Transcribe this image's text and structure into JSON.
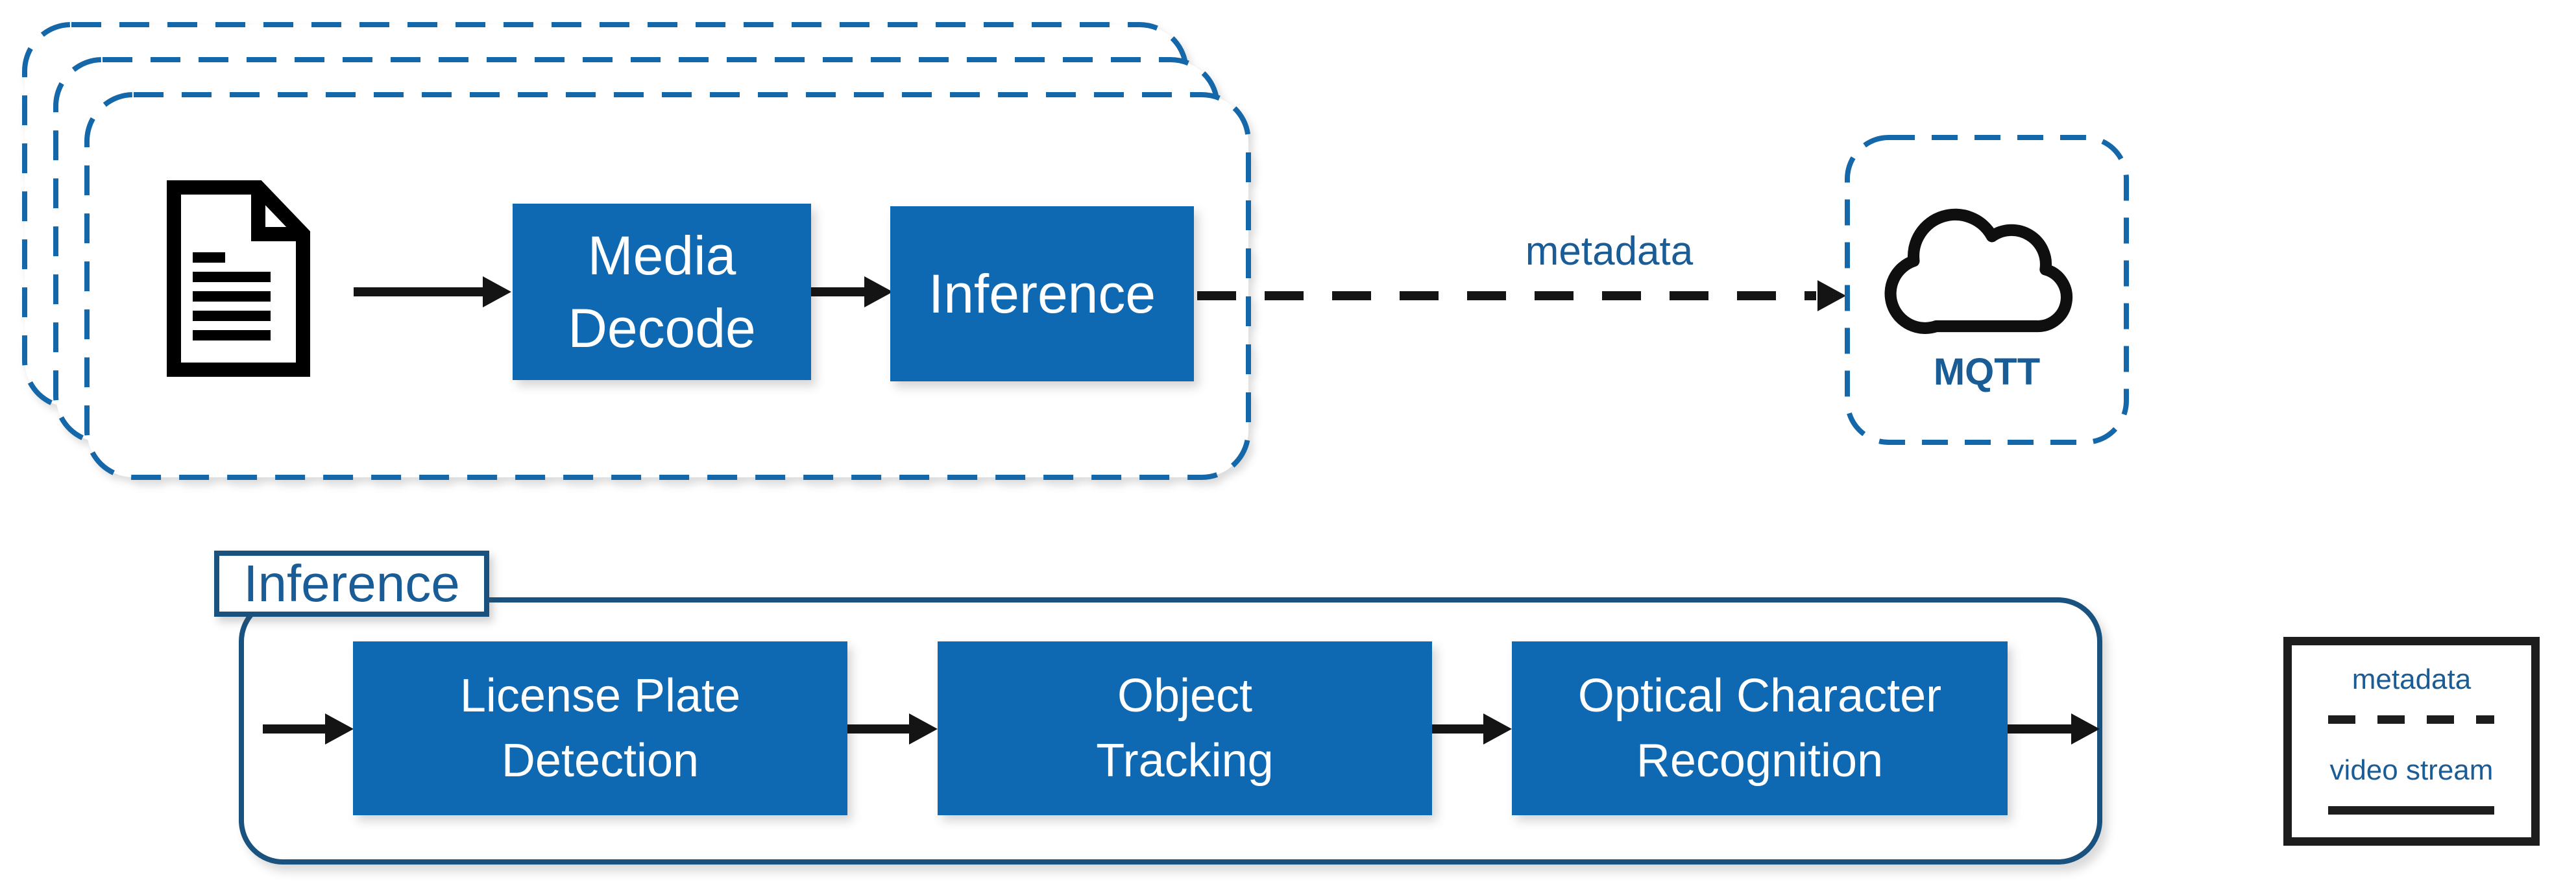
{
  "diagram": {
    "top_pipeline": {
      "source": {
        "icon": "document-icon"
      },
      "media_decode": {
        "line1": "Media",
        "line2": "Decode"
      },
      "inference": {
        "label": "Inference"
      },
      "metadata_arrow": {
        "label": "metadata",
        "style": "dashed"
      },
      "mqtt": {
        "label": "MQTT",
        "icon": "cloud-icon"
      }
    },
    "inference_pipeline": {
      "title": "Inference",
      "license_plate_detection": {
        "line1": "License Plate",
        "line2": "Detection"
      },
      "object_tracking": {
        "line1": "Object",
        "line2": "Tracking"
      },
      "optical_character_recognition": {
        "line1": "Optical Character",
        "line2": "Recognition"
      }
    },
    "legend": {
      "metadata": {
        "label": "metadata",
        "line_style": "dashed"
      },
      "video_stream": {
        "label": "video stream",
        "line_style": "solid"
      }
    },
    "colors": {
      "node_fill": "#0F68B2",
      "dashed_outline_blue": "#1467A8",
      "container_outline": "#19527F",
      "accent_text": "#1A5C96",
      "arrow_black": "#141414"
    }
  }
}
